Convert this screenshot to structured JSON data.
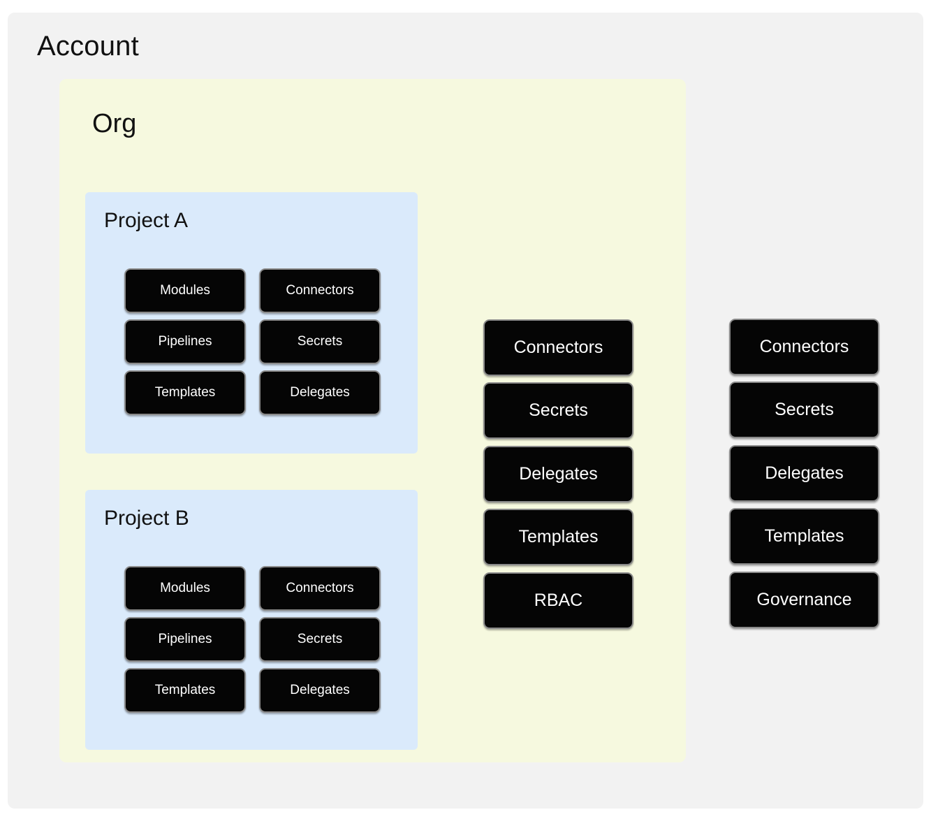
{
  "diagram": {
    "type": "hierarchy-scope-diagram",
    "colors": {
      "account_background": "#f2f2f2",
      "org_background": "#f6f9df",
      "project_background": "#daeafb",
      "button_background": "#050505",
      "button_border": "#8a8a8a",
      "button_text": "#ffffff",
      "title_text": "#111111",
      "page_background": "#ffffff"
    }
  },
  "account": {
    "title": "Account",
    "resources": [
      {
        "label": "Connectors"
      },
      {
        "label": "Secrets"
      },
      {
        "label": "Delegates"
      },
      {
        "label": "Templates"
      },
      {
        "label": "Governance"
      }
    ]
  },
  "org": {
    "title": "Org",
    "resources": [
      {
        "label": "Connectors"
      },
      {
        "label": "Secrets"
      },
      {
        "label": "Delegates"
      },
      {
        "label": "Templates"
      },
      {
        "label": "RBAC"
      }
    ]
  },
  "projects": [
    {
      "title": "Project A",
      "resources": [
        {
          "label": "Modules"
        },
        {
          "label": "Connectors"
        },
        {
          "label": "Pipelines"
        },
        {
          "label": "Secrets"
        },
        {
          "label": "Templates"
        },
        {
          "label": "Delegates"
        }
      ]
    },
    {
      "title": "Project B",
      "resources": [
        {
          "label": "Modules"
        },
        {
          "label": "Connectors"
        },
        {
          "label": "Pipelines"
        },
        {
          "label": "Secrets"
        },
        {
          "label": "Templates"
        },
        {
          "label": "Delegates"
        }
      ]
    }
  ]
}
